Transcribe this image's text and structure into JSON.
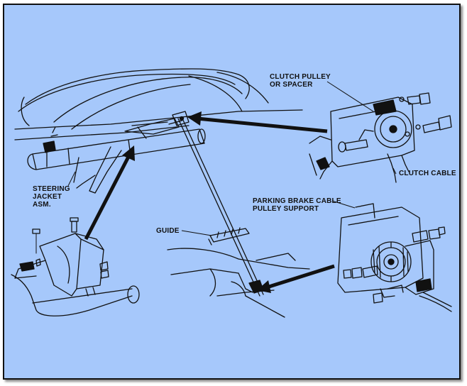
{
  "colors": {
    "background": "#a6c8fb",
    "ink": "#111111",
    "frame": "#111111"
  },
  "labels": {
    "clutch_pulley_line1": "CLUTCH PULLEY",
    "clutch_pulley_line2": "OR SPACER",
    "clutch_cable": "CLUTCH CABLE",
    "steering_line1": "STEERING",
    "steering_line2": "JACKET",
    "steering_line3": "ASM.",
    "guide": "GUIDE",
    "parking_line1": "PARKING BRAKE CABLE",
    "parking_line2": "PULLEY SUPPORT"
  }
}
